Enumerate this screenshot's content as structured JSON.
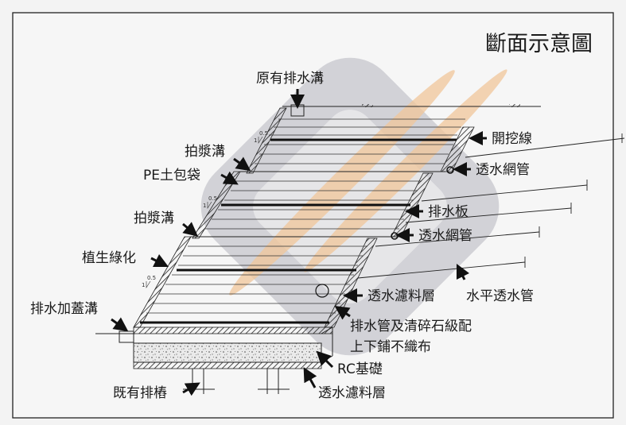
{
  "title": "斷面示意圖",
  "labels": {
    "original_drain": "原有排水溝",
    "excavation_line": "開挖線",
    "perm_pipe_top": "透水網管",
    "slurry_ditch_top": "拍漿溝",
    "pe_bag": "PE土包袋",
    "drain_board": "排水板",
    "slurry_ditch_mid": "拍漿溝",
    "perm_pipe_mid": "透水網管",
    "vegetation": "植生綠化",
    "filter_layer_right": "透水濾料層",
    "horizontal_pipe": "水平透水管",
    "covered_drain": "排水加蓋溝",
    "drain_pipe_gravel": "排水管及清碎石級配",
    "nonwoven_fabric": "上下鋪不織布",
    "rc_foundation": "RC基礎",
    "existing_piles": "既有排樁",
    "filter_layer_bottom": "透水濾料層"
  },
  "slope_marks": [
    {
      "top": "0.5",
      "bottom": "1"
    },
    {
      "top": "0.5",
      "bottom": "1"
    },
    {
      "top": "0.5",
      "bottom": "1"
    }
  ],
  "colors": {
    "background": "#f3f3f3",
    "watermark_gray": "#b5b5bd",
    "watermark_orange": "#f0c69a",
    "line": "#1a1a1a"
  }
}
